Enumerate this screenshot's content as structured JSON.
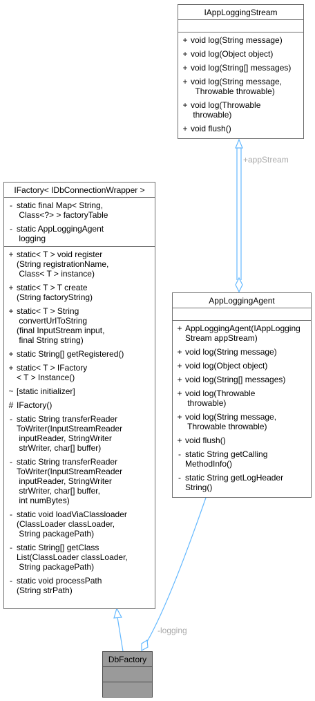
{
  "app_logging_stream": {
    "title": "IAppLoggingStream",
    "methods": [
      {
        "vis": "+",
        "text": "void log(String message)"
      },
      {
        "vis": "+",
        "text": "void log(Object object)"
      },
      {
        "vis": "+",
        "text": "void log(String[] messages)"
      },
      {
        "vis": "+",
        "text": "void log(String message,\n  Throwable throwable)"
      },
      {
        "vis": "+",
        "text": "void log(Throwable\n throwable)"
      },
      {
        "vis": "+",
        "text": "void flush()"
      }
    ]
  },
  "ifactory": {
    "title": "IFactory< IDbConnectionWrapper >",
    "attributes": [
      {
        "vis": "-",
        "text": "static final Map< String,\n Class<?> > factoryTable"
      },
      {
        "vis": "-",
        "text": "static AppLoggingAgent\n logging"
      }
    ],
    "methods": [
      {
        "vis": "+",
        "text": "static< T > void register\n(String registrationName,\n Class< T > instance)"
      },
      {
        "vis": "+",
        "text": "static< T > T create\n(String factoryString)"
      },
      {
        "vis": "+",
        "text": "static< T > String\n convertUrlToString\n(final InputStream input,\n final String string)"
      },
      {
        "vis": "+",
        "text": "static String[] getRegistered()"
      },
      {
        "vis": "+",
        "text": "static< T > IFactory\n< T > Instance()"
      },
      {
        "vis": "~",
        "text": "[static initializer]"
      },
      {
        "vis": "#",
        "text": "IFactory()"
      },
      {
        "vis": "-",
        "text": "static String transferReader\nToWriter(InputStreamReader\n inputReader, StringWriter\n strWriter, char[] buffer)"
      },
      {
        "vis": "-",
        "text": "static String transferReader\nToWriter(InputStreamReader\n inputReader, StringWriter\n strWriter, char[] buffer,\n int numBytes)"
      },
      {
        "vis": "-",
        "text": "static void loadViaClassloader\n(ClassLoader classLoader,\n String packagePath)"
      },
      {
        "vis": "-",
        "text": "static String[] getClass\nList(ClassLoader classLoader,\n String packagePath)"
      },
      {
        "vis": "-",
        "text": "static void processPath\n(String strPath)"
      }
    ]
  },
  "app_logging_agent": {
    "title": "AppLoggingAgent",
    "methods": [
      {
        "vis": "+",
        "text": "AppLoggingAgent(IAppLogging\nStream appStream)"
      },
      {
        "vis": "+",
        "text": "void log(String message)"
      },
      {
        "vis": "+",
        "text": "void log(Object object)"
      },
      {
        "vis": "+",
        "text": "void log(String[] messages)"
      },
      {
        "vis": "+",
        "text": "void log(Throwable\n throwable)"
      },
      {
        "vis": "+",
        "text": "void log(String message,\n Throwable throwable)"
      },
      {
        "vis": "+",
        "text": "void flush()"
      },
      {
        "vis": "-",
        "text": "static String getCalling\nMethodInfo()"
      },
      {
        "vis": "-",
        "text": "static String getLogHeader\nString()"
      }
    ]
  },
  "db_factory": {
    "title": "DbFactory"
  },
  "edges": {
    "app_stream_label": "+appStream",
    "logging_label": "-logging"
  },
  "colors": {
    "edge": "#63b8ff",
    "border": "#6e6e6e",
    "highlight_fill": "#9a9a9a",
    "label": "#a9a9a9"
  }
}
